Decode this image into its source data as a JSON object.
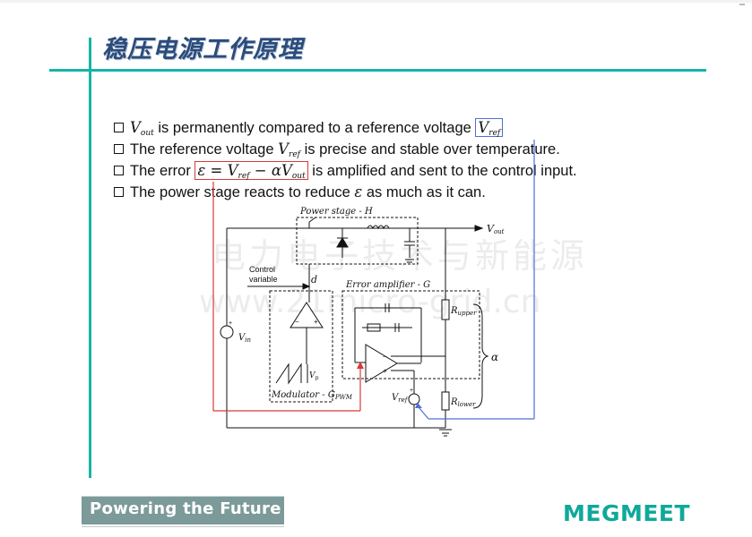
{
  "slide": {
    "title": "稳压电源工作原理",
    "watermark": "电力电子技术与新能源",
    "watermark_url": "www.21micro-grid.cn"
  },
  "bullets": [
    {
      "parts": [
        {
          "text": "V",
          "math": true,
          "sub": "out"
        },
        {
          "text": " is permanently compared to a reference voltage "
        },
        {
          "text": "V",
          "math": true,
          "sub": "ref",
          "box": "blue"
        }
      ]
    },
    {
      "parts": [
        {
          "text": "The reference voltage "
        },
        {
          "text": "V",
          "math": true,
          "sub": "ref"
        },
        {
          "text": " is precise and stable over temperature."
        }
      ]
    },
    {
      "parts": [
        {
          "text": "The error "
        },
        {
          "text": "ε = V",
          "math": true,
          "sub": "ref",
          "box": "red",
          "tail": " − αV",
          "tail_sub": "out"
        },
        {
          "text": " is amplified and sent to the control input."
        }
      ]
    },
    {
      "parts": [
        {
          "text": "The power stage reacts to reduce "
        },
        {
          "text": "ε",
          "math": true
        },
        {
          "text": " as much as it can."
        }
      ]
    }
  ],
  "circuit": {
    "power_stage_label": "Power stage - H",
    "vout_label": "V",
    "vout_sub": "out",
    "control_label_1": "Control",
    "control_label_2": "variable",
    "d_label": "d",
    "error_amp_label": "Error amplifier - G",
    "r_upper_label": "R",
    "r_upper_sub": "upper",
    "r_lower_label": "R",
    "r_lower_sub": "lower",
    "alpha_label": "α",
    "vin_label": "V",
    "vin_sub": "in",
    "vp_label": "V",
    "vp_sub": "p",
    "modulator_label": "Modulator - G",
    "modulator_sub": "PWM",
    "vref_label": "V",
    "vref_sub": "ref",
    "plus": "+",
    "minus": "−"
  },
  "footer": {
    "tagline": "Powering the Future",
    "logo": "MEGMEET"
  },
  "colors": {
    "accent": "#17b3a6",
    "title": "#2b4b7a",
    "red_path": "#d83a3a",
    "blue_path": "#4d6fd8",
    "tagline_bg": "#7c9a9a",
    "logo": "#0fa99b"
  }
}
